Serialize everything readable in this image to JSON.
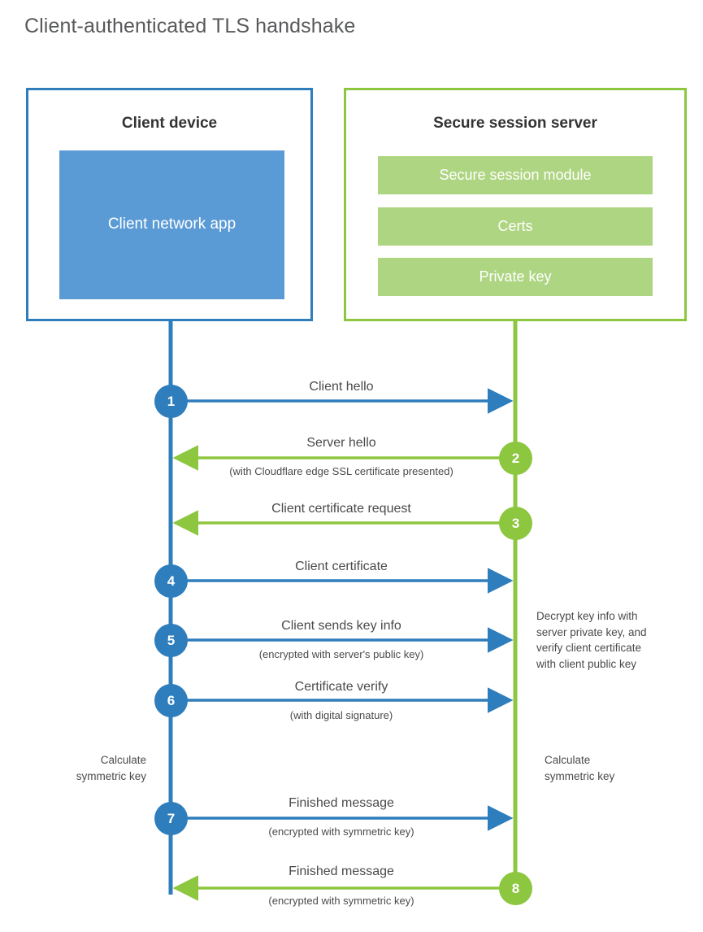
{
  "title": "Client-authenticated TLS handshake",
  "colors": {
    "client_accent": "#2E7DBC",
    "client_fill": "#5B9BD5",
    "server_accent": "#8DC63F",
    "server_fill": "#AED581",
    "title_text": "#58595B",
    "body_text": "#4A4A4A"
  },
  "parties": {
    "client": {
      "title": "Client device",
      "component": "Client network app"
    },
    "server": {
      "title": "Secure session server",
      "components": [
        "Secure session module",
        "Certs",
        "Private key"
      ]
    }
  },
  "steps": [
    {
      "number": "1",
      "origin": "client",
      "direction": "client-to-server",
      "label": "Client hello",
      "sublabel": ""
    },
    {
      "number": "2",
      "origin": "server",
      "direction": "server-to-client",
      "label": "Server hello",
      "sublabel": "(with Cloudflare edge SSL certificate presented)"
    },
    {
      "number": "3",
      "origin": "server",
      "direction": "server-to-client",
      "label": "Client certificate request",
      "sublabel": ""
    },
    {
      "number": "4",
      "origin": "client",
      "direction": "client-to-server",
      "label": "Client certificate",
      "sublabel": ""
    },
    {
      "number": "5",
      "origin": "client",
      "direction": "client-to-server",
      "label": "Client sends key info",
      "sublabel": "(encrypted with server's public key)"
    },
    {
      "number": "6",
      "origin": "client",
      "direction": "client-to-server",
      "label": "Certificate verify",
      "sublabel": "(with digital signature)"
    },
    {
      "number": "7",
      "origin": "client",
      "direction": "client-to-server",
      "label": "Finished message",
      "sublabel": "(encrypted with symmetric key)"
    },
    {
      "number": "8",
      "origin": "server",
      "direction": "server-to-client",
      "label": "Finished message",
      "sublabel": "(encrypted with symmetric key)"
    }
  ],
  "annotations": {
    "server_decrypt_note": "Decrypt key info with server private key, and verify client certificate with client public key",
    "server_decrypt_note_lines": [
      "Decrypt key info with",
      "server private key, and",
      "verify client certificate",
      "with client public key"
    ],
    "client_calculate_note_lines": [
      "Calculate",
      "symmetric key"
    ],
    "server_calculate_note_lines": [
      "Calculate",
      "symmetric key"
    ]
  }
}
